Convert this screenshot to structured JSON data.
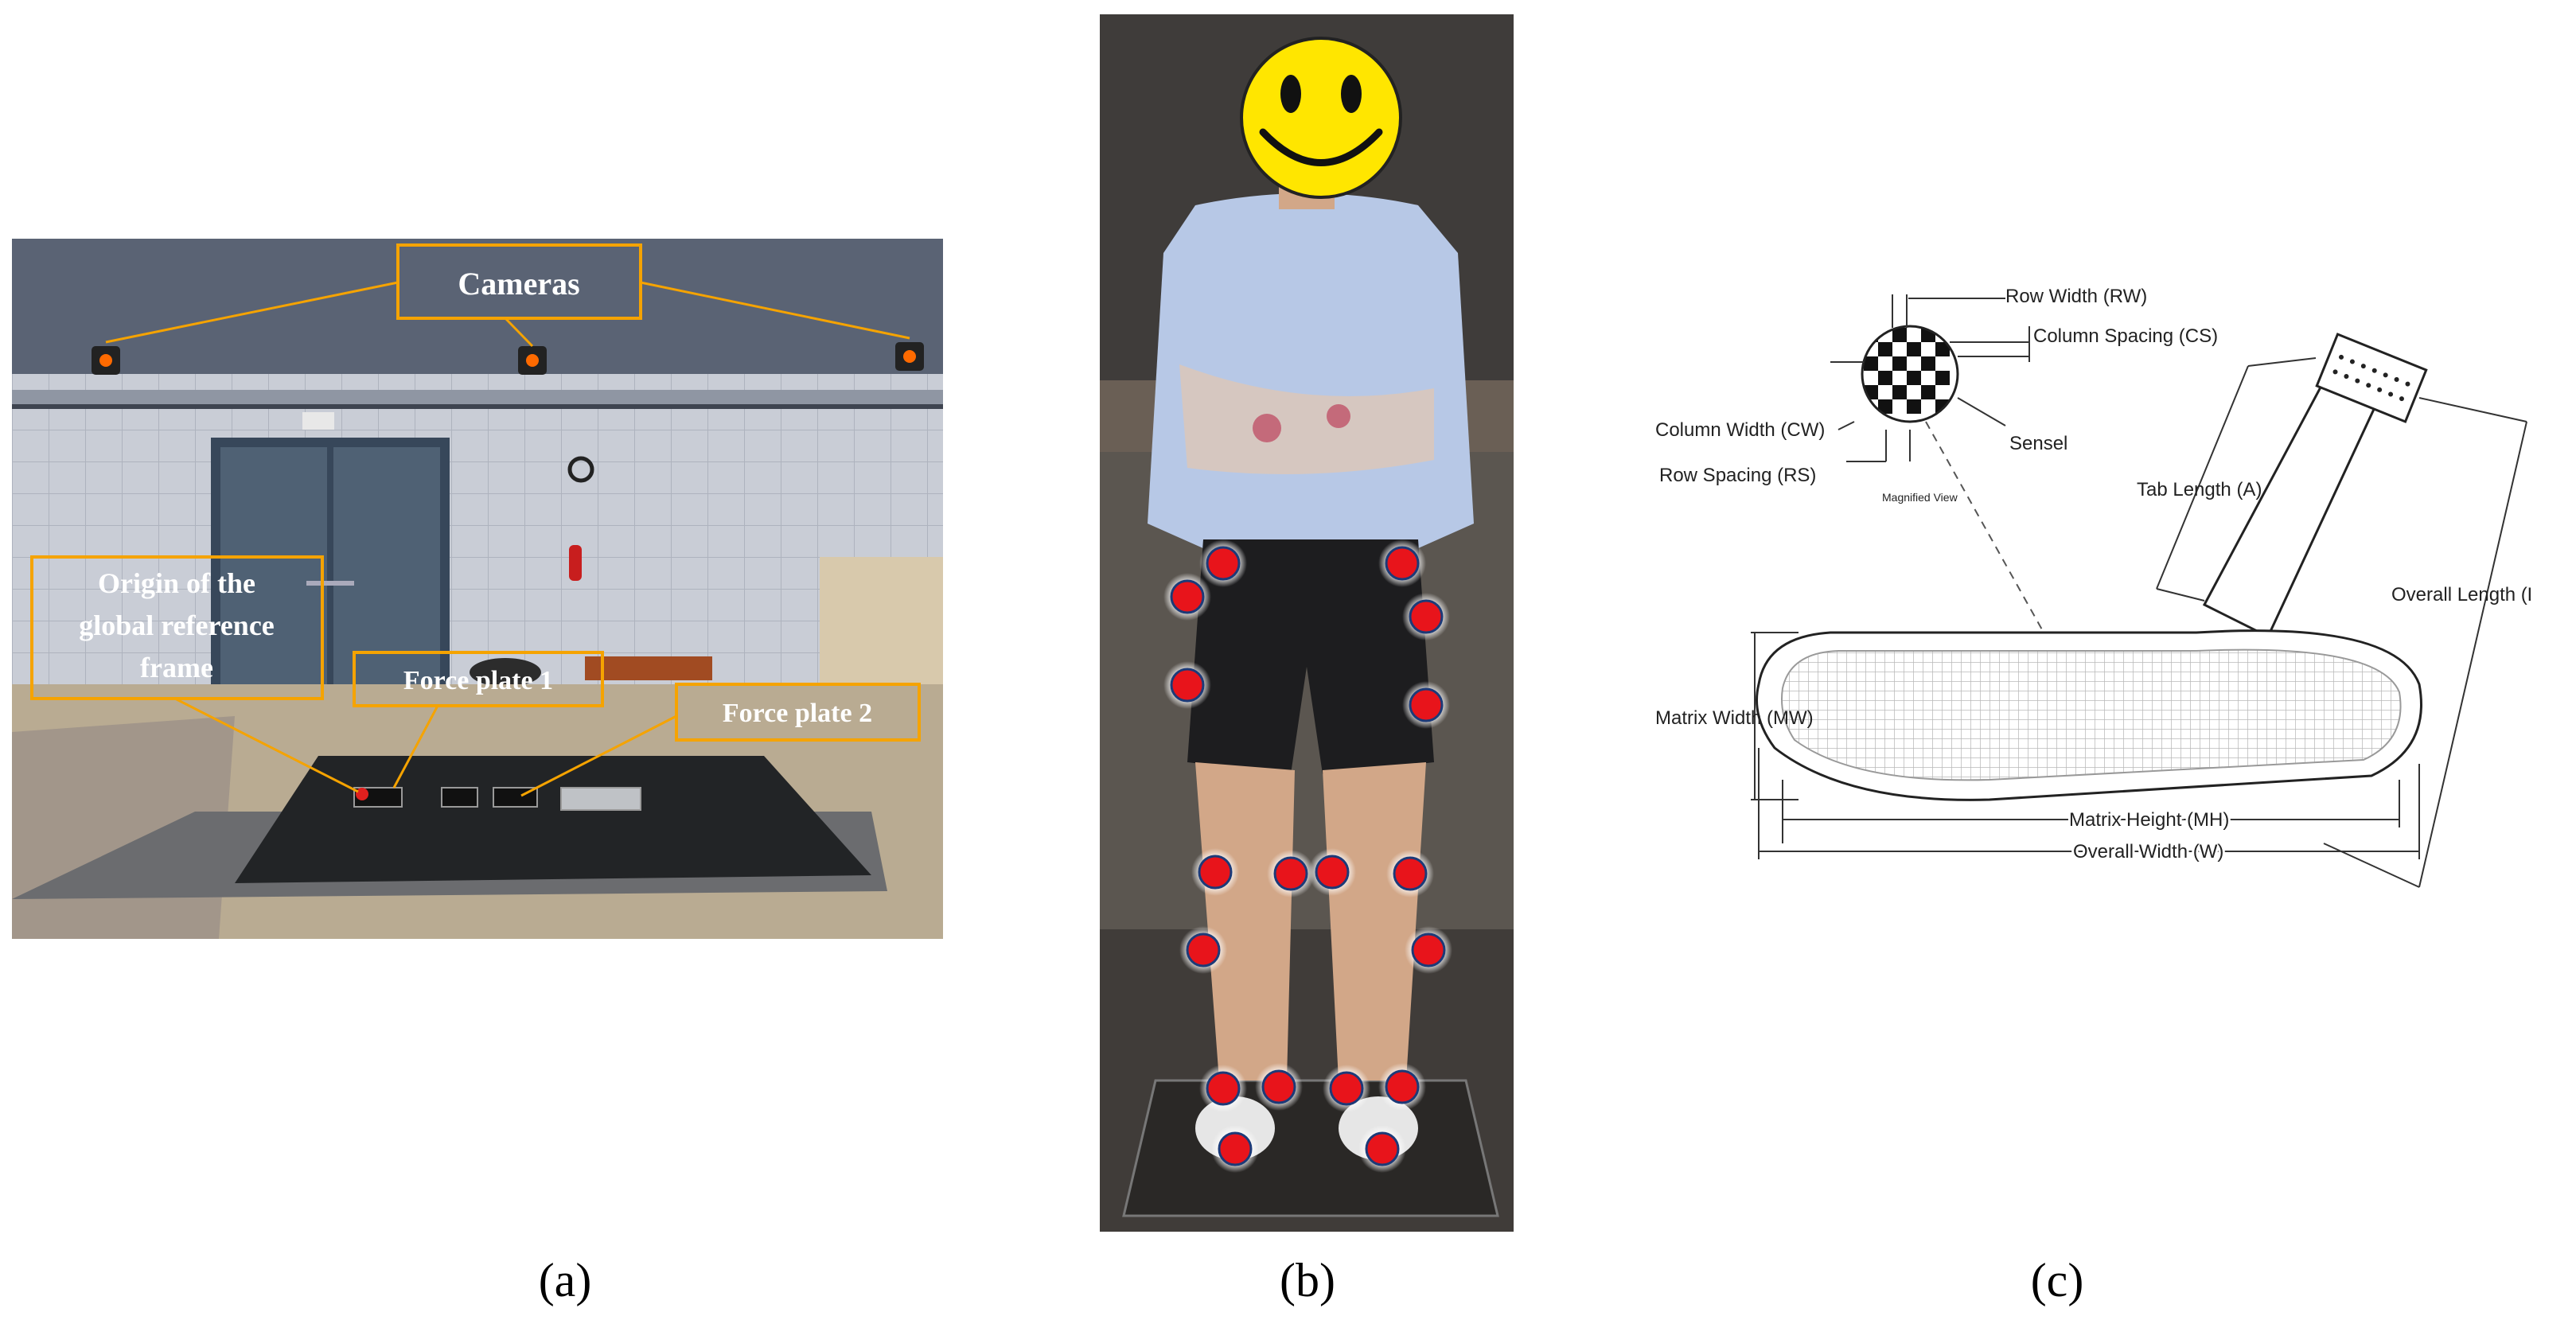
{
  "panel_a": {
    "caption": "(a)",
    "callouts": {
      "cameras": "Cameras",
      "origin": "Origin of the global reference frame",
      "origin_lines": [
        "Origin of the",
        "global reference",
        "frame"
      ],
      "force_plate_1": "Force plate 1",
      "force_plate_2": "Force plate 2"
    },
    "colors": {
      "callout": "#f5a300",
      "marker": "#e0201e"
    }
  },
  "panel_b": {
    "caption": "(b)",
    "face_icon": "smiley-face-icon",
    "marker_count": 20,
    "colors": {
      "marker": "#e8141b",
      "marker_outline": "#1c3a78"
    }
  },
  "panel_c": {
    "caption": "(c)",
    "labels": {
      "row_width": "Row Width (RW)",
      "column_spacing": "Column Spacing (CS)",
      "column_width": "Column Width (CW)",
      "sensel": "Sensel",
      "row_spacing": "Row Spacing (RS)",
      "magnified_view": "Magnified View",
      "tab_length": "Tab Length (A)",
      "overall_length": "Overall Length (L)",
      "matrix_width": "Matrix Width (MW)",
      "matrix_height": "Matrix Height (MH)",
      "overall_width": "Overall Width (W)"
    }
  }
}
